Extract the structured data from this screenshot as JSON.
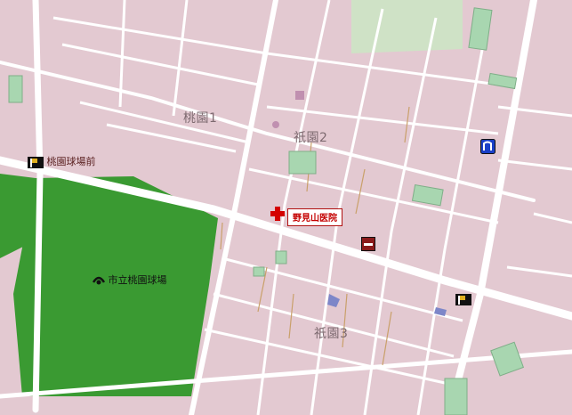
{
  "map": {
    "areas": [
      {
        "id": "momozono1",
        "label": "桃園1"
      },
      {
        "id": "gion2",
        "label": "祇園2"
      },
      {
        "id": "gion3",
        "label": "祇園3"
      }
    ],
    "pois": {
      "bus_stop_1": {
        "label": "桃園球場前",
        "icon": "bus-stop-icon"
      },
      "stadium": {
        "label": "市立桃園球場",
        "icon": "stadium-icon"
      },
      "hospital": {
        "label": "野見山医院",
        "icon": "hospital-cross-icon"
      },
      "bus_stop_2": {
        "label": "",
        "icon": "bus-stop-icon"
      },
      "gas_station": {
        "label": "",
        "icon": "gas-station-icon"
      },
      "no_entry": {
        "label": "",
        "icon": "no-entry-icon"
      }
    },
    "colors": {
      "block": "#e3c9d1",
      "road": "#ffffff",
      "park": "#3a9a32",
      "building": "#a8d6b0",
      "accent": "#c40000"
    }
  }
}
